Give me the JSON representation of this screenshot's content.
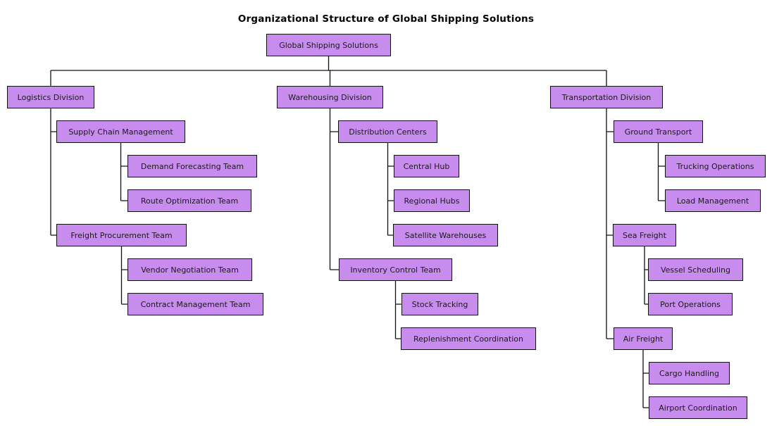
{
  "title": "Organizational Structure of Global Shipping Solutions",
  "colors": {
    "node_fill": "#c88cee",
    "node_border": "#101010",
    "connector_color": "#101010",
    "bg": "#ffffff"
  },
  "org": {
    "label": "Global Shipping Solutions",
    "children": [
      {
        "label": "Logistics Division",
        "children": [
          {
            "label": "Supply Chain Management",
            "children": [
              {
                "label": "Demand Forecasting Team"
              },
              {
                "label": "Route Optimization Team"
              }
            ]
          },
          {
            "label": "Freight Procurement Team",
            "children": [
              {
                "label": "Vendor Negotiation Team"
              },
              {
                "label": "Contract Management Team"
              }
            ]
          }
        ]
      },
      {
        "label": "Warehousing Division",
        "children": [
          {
            "label": "Distribution Centers",
            "children": [
              {
                "label": "Central Hub"
              },
              {
                "label": "Regional Hubs"
              },
              {
                "label": "Satellite Warehouses"
              }
            ]
          },
          {
            "label": "Inventory Control Team",
            "children": [
              {
                "label": "Stock Tracking"
              },
              {
                "label": "Replenishment Coordination"
              }
            ]
          }
        ]
      },
      {
        "label": "Transportation Division",
        "children": [
          {
            "label": "Ground Transport",
            "children": [
              {
                "label": "Trucking Operations"
              },
              {
                "label": "Load Management"
              }
            ]
          },
          {
            "label": "Sea Freight",
            "children": [
              {
                "label": "Vessel Scheduling"
              },
              {
                "label": "Port Operations"
              }
            ]
          },
          {
            "label": "Air Freight",
            "children": [
              {
                "label": "Cargo Handling"
              },
              {
                "label": "Airport Coordination"
              }
            ]
          }
        ]
      }
    ]
  }
}
